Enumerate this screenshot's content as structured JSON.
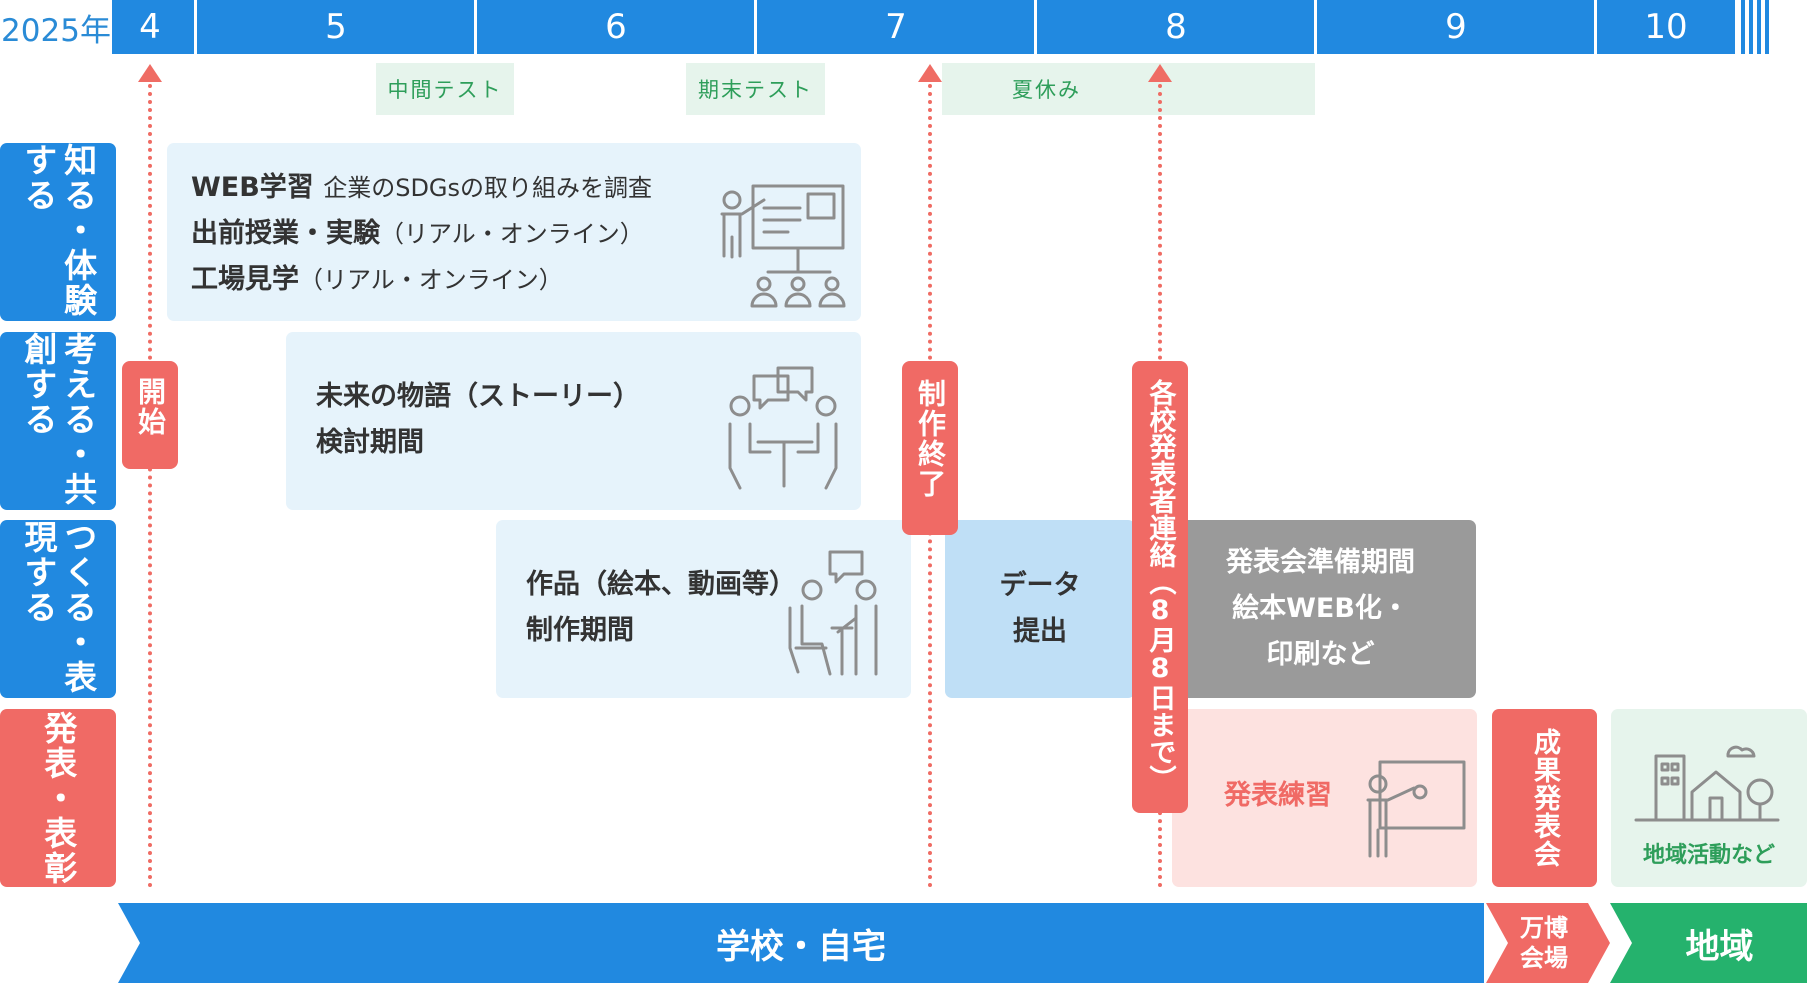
{
  "timeline": {
    "year": "2025年",
    "months": [
      "4",
      "5",
      "6",
      "7",
      "8",
      "9",
      "10"
    ]
  },
  "events": {
    "midterm": "中間テスト",
    "final": "期末テスト",
    "summer": "夏休み"
  },
  "rows": {
    "know": "知る・体験する",
    "think": "考える・共創する",
    "make": "つくる・表現する",
    "present": "発表・表彰"
  },
  "milestones": {
    "start": "開始",
    "production_end": "制作終了",
    "contact": "各校発表者連絡（8月8日まで）"
  },
  "panels": {
    "know": {
      "line1_bold": "WEB学習",
      "line1_thin": "企業のSDGsの取り組みを調査",
      "line2_bold": "出前授業・実験",
      "line2_thin": "（リアル・オンライン）",
      "line3_bold": "工場見学",
      "line3_thin": "（リアル・オンライン）"
    },
    "think": {
      "line1": "未来の物語（ストーリー）",
      "line2": "検討期間"
    },
    "make": {
      "line1": "作品（絵本、動画等）",
      "line2": "制作期間"
    },
    "data_submit": {
      "line1": "データ",
      "line2": "提出"
    },
    "prep": {
      "line1": "発表会準備期間",
      "line2": "絵本WEB化・",
      "line3": "印刷など"
    },
    "practice": "発表練習",
    "results": "成果発表会",
    "local": "地域活動など"
  },
  "venues": {
    "school": "学校・自宅",
    "expo": "万博会場",
    "region": "地域"
  },
  "colors": {
    "primary_blue": "#2189e0",
    "accent_red": "#f06a65",
    "event_green": "#2e9e5a",
    "panel_blue": "#e6f3fb",
    "panel_gray": "#9a9a9a"
  }
}
